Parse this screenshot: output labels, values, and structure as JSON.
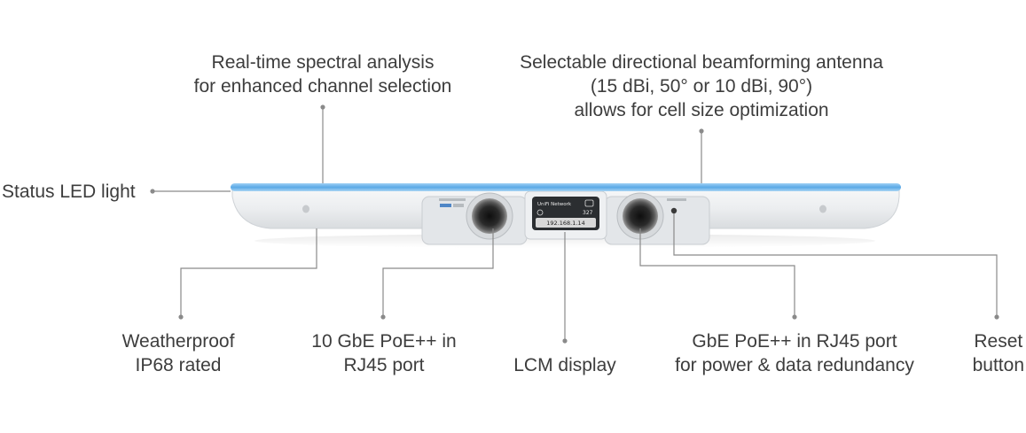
{
  "callouts": {
    "spectral": {
      "lines": [
        "Real-time spectral analysis",
        "for enhanced channel selection"
      ]
    },
    "antenna": {
      "lines": [
        "Selectable directional beamforming antenna",
        "(15 dBi, 50° or 10 dBi, 90°)",
        "allows for cell size optimization"
      ]
    },
    "status_led": {
      "lines": [
        "Status LED light"
      ]
    },
    "weatherproof": {
      "lines": [
        "Weatherproof",
        "IP68 rated"
      ]
    },
    "poe_10g": {
      "lines": [
        "10 GbE PoE++ in",
        "RJ45 port"
      ]
    },
    "lcm": {
      "lines": [
        "LCM display"
      ]
    },
    "poe_1g": {
      "lines": [
        "GbE PoE++ in RJ45 port",
        "for power & data redundancy"
      ]
    },
    "reset": {
      "lines": [
        "Reset",
        "button"
      ]
    }
  },
  "lcm_screen": {
    "brand": "UniFi Network",
    "count": "327",
    "ip": "192.168.1.14"
  },
  "colors": {
    "led": "#5aa9e6",
    "leader": "#8a8a8a",
    "body": "#e9ebed"
  }
}
